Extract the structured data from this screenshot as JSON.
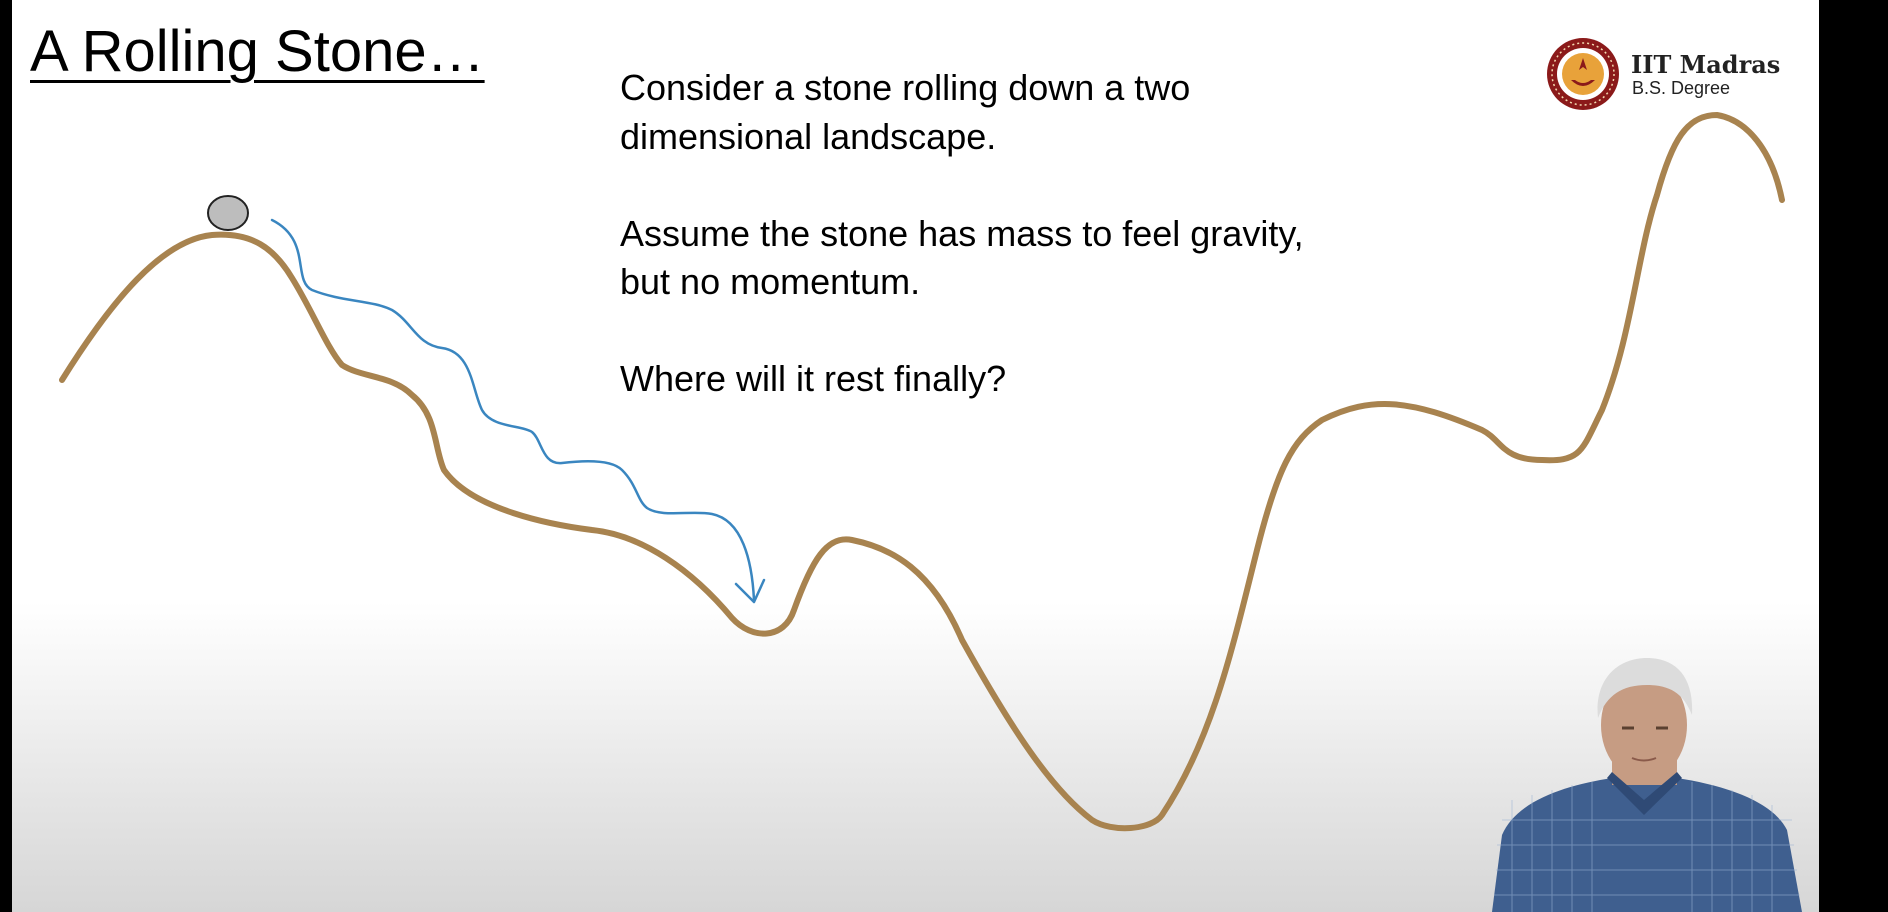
{
  "slide": {
    "title": "A Rolling Stone…",
    "paragraphs": [
      {
        "lines": [
          "Consider a stone rolling down a two",
          "dimensional landscape."
        ]
      },
      {
        "lines": [
          "Assume the stone has mass to feel gravity,",
          "but no momentum."
        ]
      },
      {
        "lines": [
          "Where will it rest finally?"
        ]
      }
    ]
  },
  "logo": {
    "name": "IIT Madras",
    "subtitle": "B.S. Degree"
  },
  "colors": {
    "landscape": "#a8834f",
    "path_arrow": "#3a86c0",
    "stone_fill": "#bdbdbd",
    "stone_stroke": "#222222",
    "logo_maroon": "#8b1a1a",
    "logo_gold": "#e8a23a",
    "presenter_shirt": "#3f5f8f",
    "presenter_hair": "#dcdcdc"
  },
  "icons": {
    "logo_emblem": "iit-madras-emblem",
    "stone": "stone-circle"
  }
}
